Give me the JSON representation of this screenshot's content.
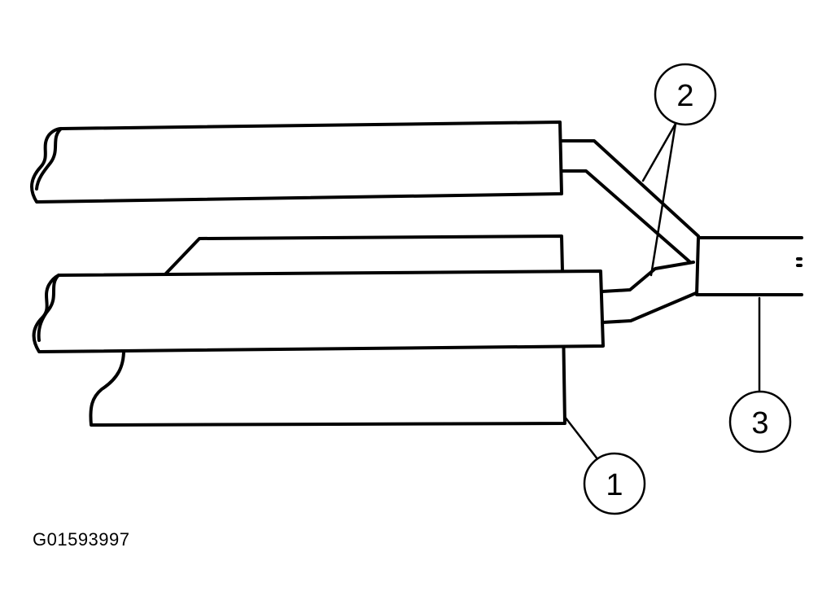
{
  "callouts": {
    "one": "1",
    "two": "2",
    "three": "3"
  },
  "figure_id": "G01593997",
  "colors": {
    "ink": "#000000",
    "paper": "#ffffff"
  }
}
